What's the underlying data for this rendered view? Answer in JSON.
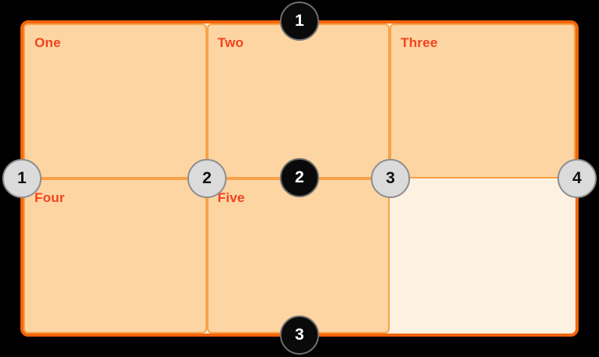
{
  "diagram": {
    "description_type": "css-grid-lines-illustration",
    "cells": [
      {
        "label": "One"
      },
      {
        "label": "Two"
      },
      {
        "label": "Three"
      },
      {
        "label": "Four"
      },
      {
        "label": "Five"
      }
    ],
    "empty_cell": {
      "row": 2,
      "column": 3
    },
    "row_line_markers": [
      "1",
      "2",
      "3"
    ],
    "column_line_markers": [
      "1",
      "2",
      "3",
      "4"
    ]
  },
  "colors": {
    "page_background": "#000000",
    "grid_border": "#f3650a",
    "grid_background": "#fdf2e2",
    "cell_background": "#fdd5a2",
    "cell_border": "#f9a24a",
    "label_text": "#f2421f",
    "row_marker_fill": "#0a0a0a",
    "row_marker_text": "#ffffff",
    "row_marker_border": "#6f6f6f",
    "column_marker_fill": "#dbdbdb",
    "column_marker_text": "#111111",
    "column_marker_border": "#8e8e8e"
  }
}
